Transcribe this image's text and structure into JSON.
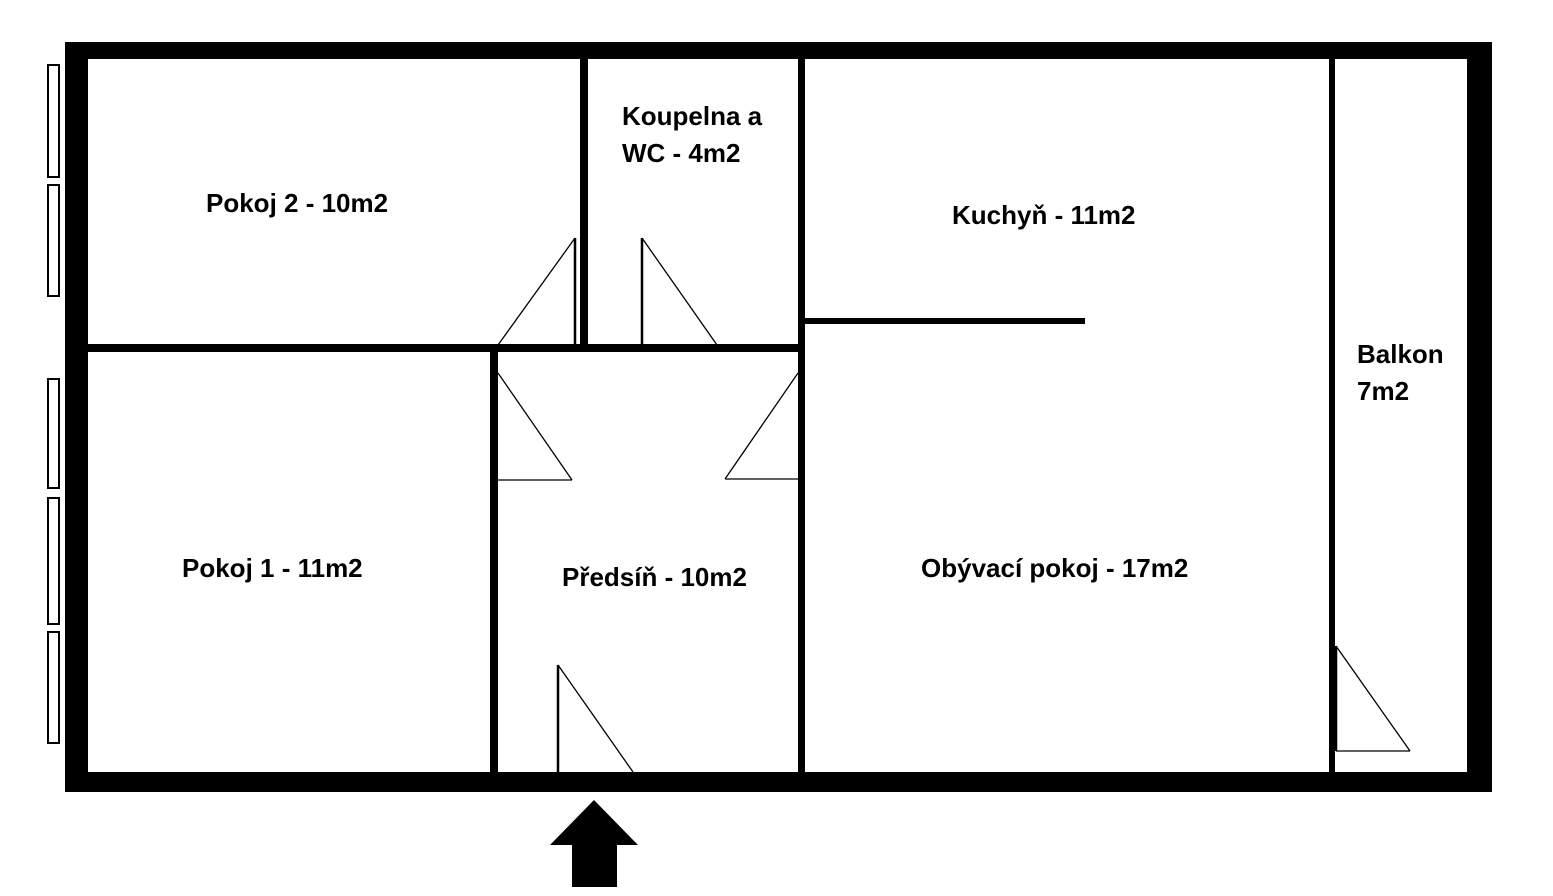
{
  "colors": {
    "wall": "#000000",
    "background": "#ffffff",
    "text": "#000000"
  },
  "rooms": [
    {
      "id": "pokoj2",
      "label": "Pokoj 2 - 10m2"
    },
    {
      "id": "koupelna",
      "lines": [
        "Koupelna a",
        "WC - 4m2"
      ]
    },
    {
      "id": "kuchyn",
      "label": "Kuchyň - 11m2"
    },
    {
      "id": "balkon",
      "lines": [
        "Balkon",
        "7m2"
      ]
    },
    {
      "id": "pokoj1",
      "label": "Pokoj 1 - 11m2"
    },
    {
      "id": "predsin",
      "label": "Předsíň - 10m2"
    },
    {
      "id": "obyvaci",
      "label": "Obývací pokoj - 17m2"
    }
  ],
  "symbols": {
    "window_count": 5,
    "door_count": 6,
    "entrance_arrow": "entrance-arrow"
  }
}
